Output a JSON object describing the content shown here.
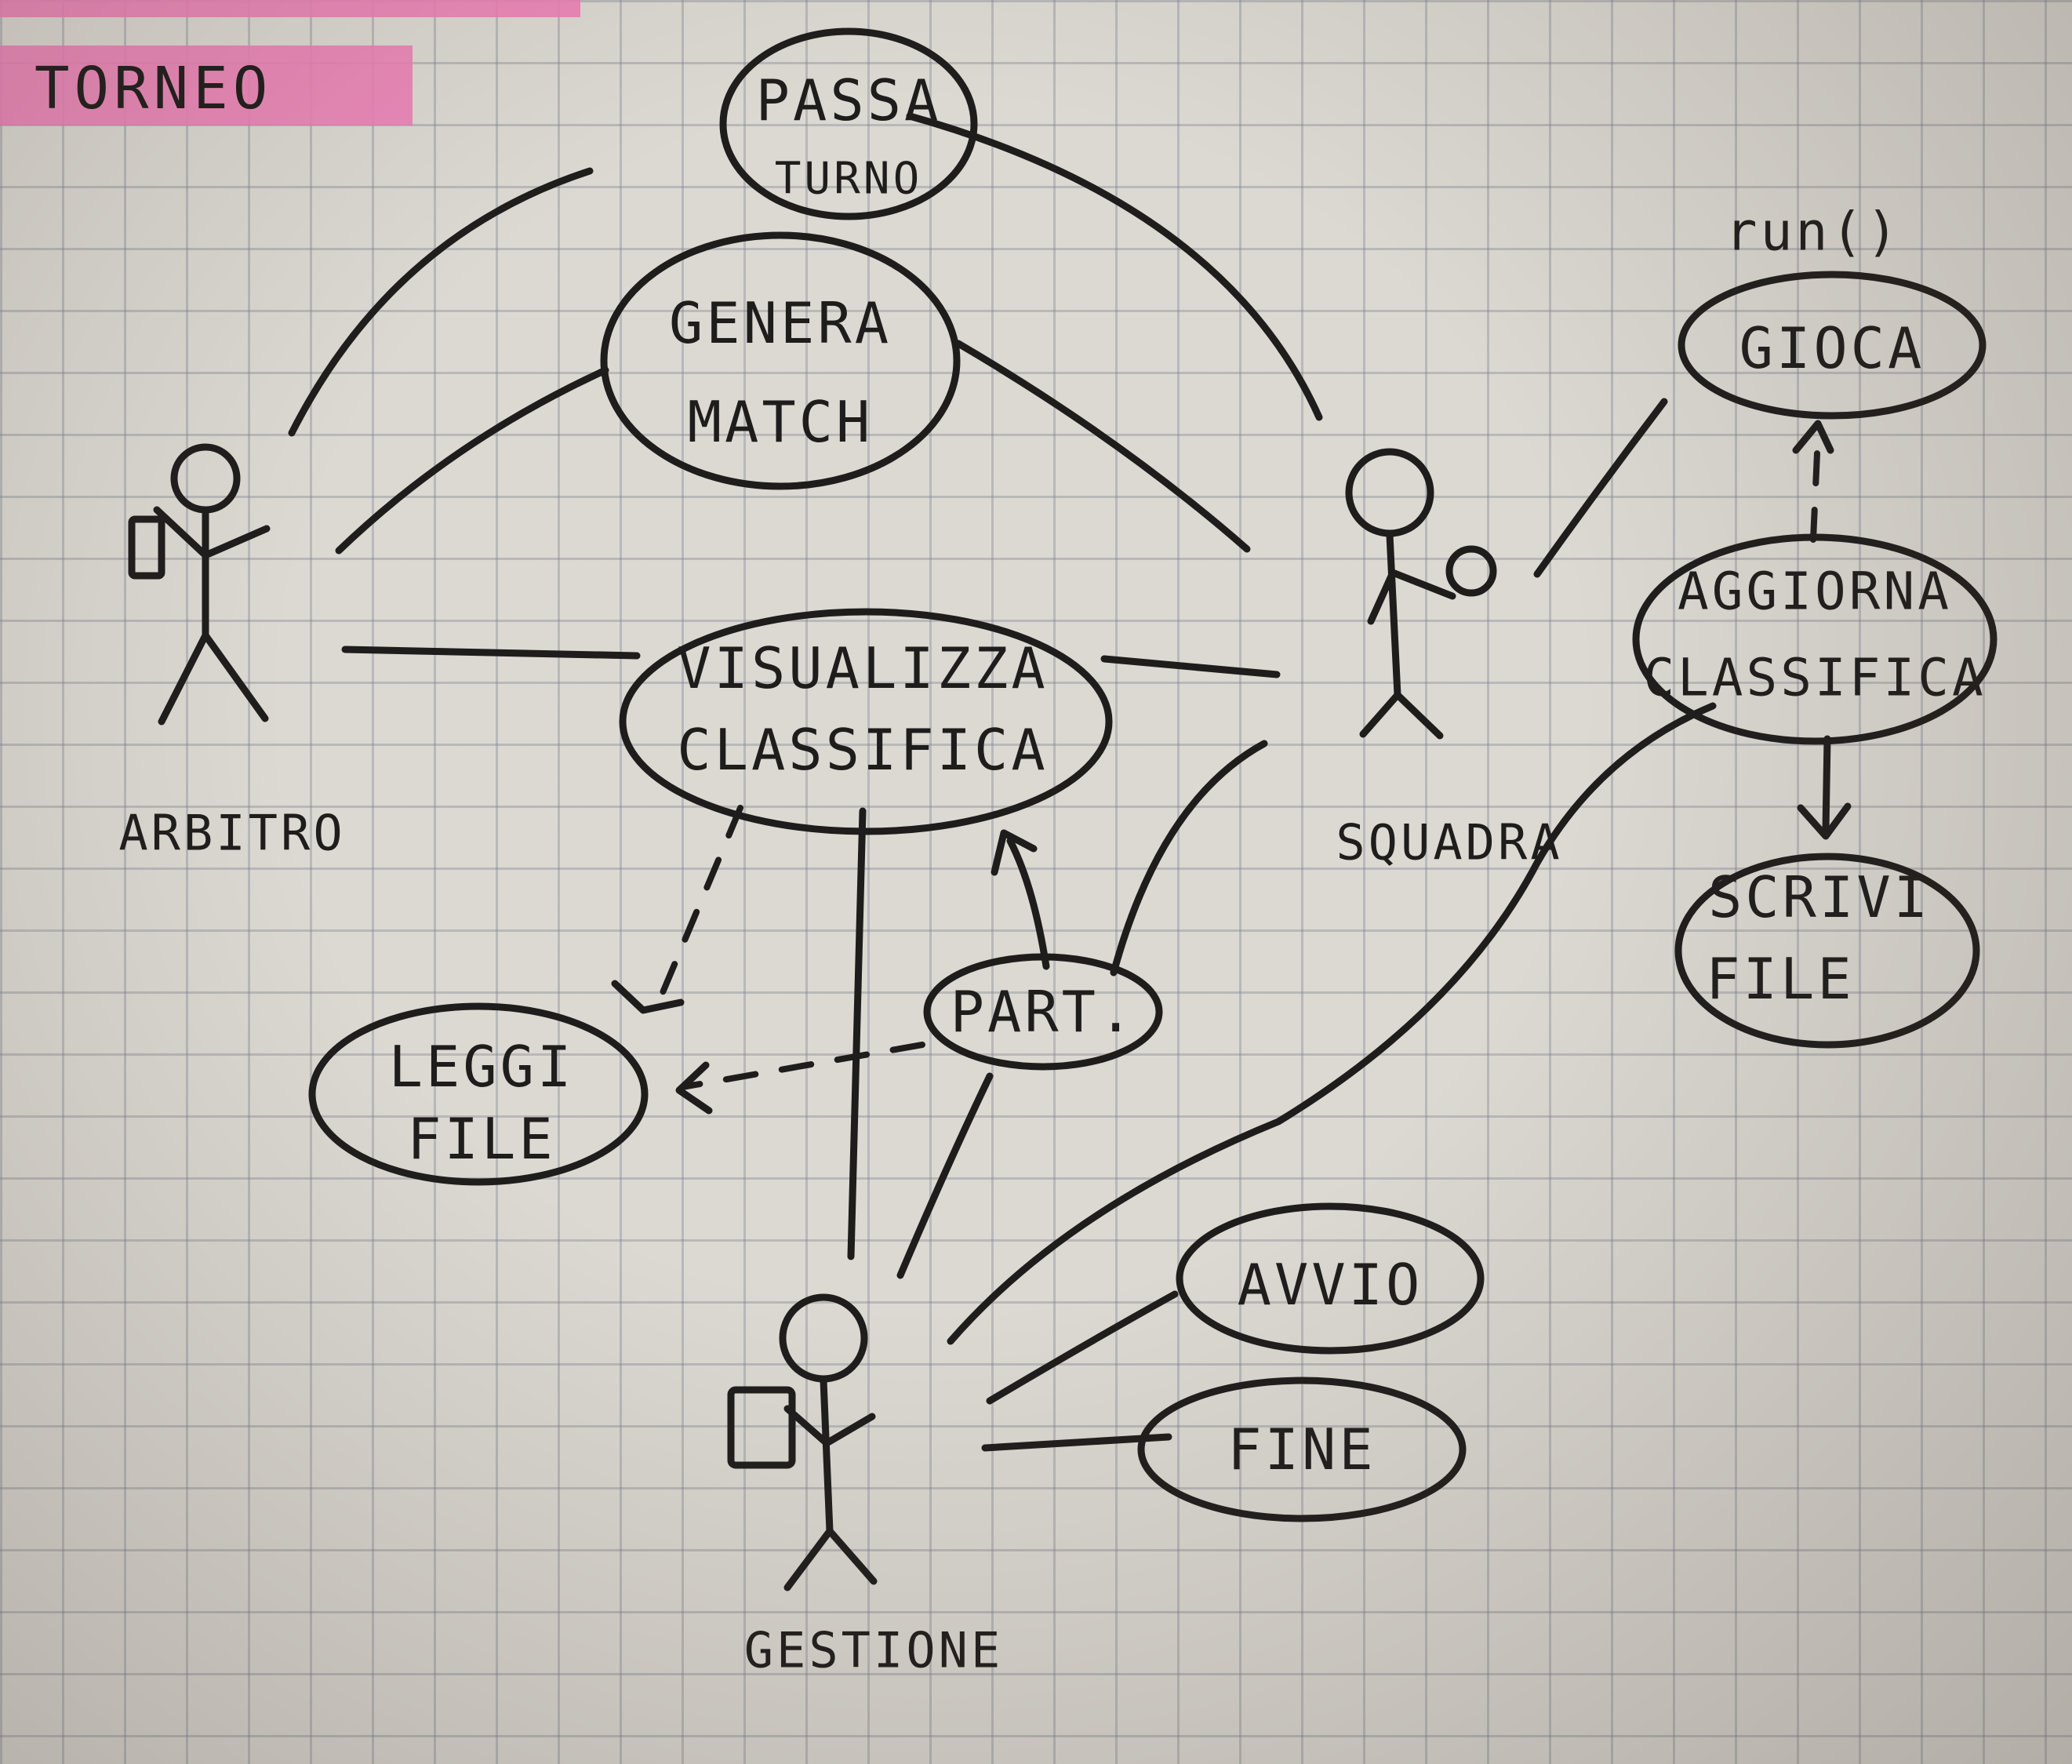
{
  "header": {
    "title": "TORNEO"
  },
  "actors": {
    "arbitro": "ARBITRO",
    "squadra": "SQUADRA",
    "gestione": "GESTIONE"
  },
  "use_cases": {
    "passa_turno": [
      "PASSA",
      "TURNO"
    ],
    "genera_match": [
      "GENERA",
      "MATCH"
    ],
    "visualizza_classifica": [
      "VISUALIZZA",
      "CLASSIFICA"
    ],
    "gioca": [
      "GIOCA"
    ],
    "aggiorna_classifica": [
      "AGGIORNA",
      "CLASSIFICA"
    ],
    "scrivi_file": [
      "SCRIVI",
      "FILE"
    ],
    "leggi_file": [
      "LEGGI",
      "FILE"
    ],
    "part": [
      "PART."
    ],
    "avvio": [
      "AVVIO"
    ],
    "fine": [
      "FINE"
    ]
  },
  "annotations": {
    "run_method": "run()"
  },
  "colors": {
    "ink": "#1f1d1c",
    "paper": "#dcd9d3",
    "grid": "#787d8c",
    "highlighter": "#ec7fb6"
  }
}
